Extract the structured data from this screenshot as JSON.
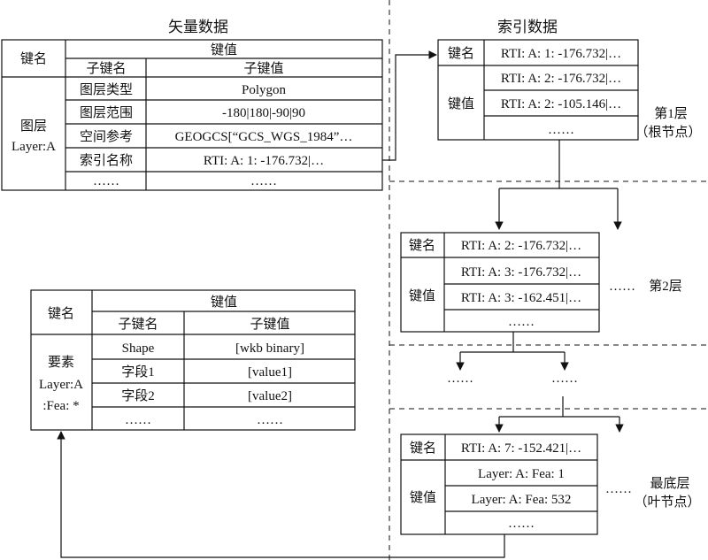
{
  "titles": {
    "vector": "矢量数据",
    "index": "索引数据"
  },
  "vector_table": {
    "key_header": "键名",
    "value_header": "键值",
    "subkey_header": "子键名",
    "subvalue_header": "子键值",
    "key_name": [
      "图层",
      "Layer:A"
    ],
    "rows": [
      {
        "subkey": "图层类型",
        "value": "Polygon"
      },
      {
        "subkey": "图层范围",
        "value": "-180|180|-90|90"
      },
      {
        "subkey": "空间参考",
        "value": "GEOGCS[“GCS_WGS_1984”…"
      },
      {
        "subkey": "索引名称",
        "value": "RTI: A: 1: -176.732|…"
      },
      {
        "subkey": "……",
        "value": "……"
      }
    ]
  },
  "feature_table": {
    "key_header": "键名",
    "value_header": "键值",
    "subkey_header": "子键名",
    "subvalue_header": "子键值",
    "key_name": [
      "要素",
      "Layer:A",
      ":Fea: *"
    ],
    "rows": [
      {
        "subkey": "Shape",
        "value": "[wkb binary]"
      },
      {
        "subkey": "字段1",
        "value": "[value1]"
      },
      {
        "subkey": "字段2",
        "value": "[value2]"
      },
      {
        "subkey": "……",
        "value": "……"
      }
    ]
  },
  "index_level1": {
    "key_label": "键名",
    "value_label": "键值",
    "key": "RTI: A: 1: -176.732|…",
    "values": [
      "RTI: A: 2: -176.732|…",
      "RTI: A: 2: -105.146|…",
      "……"
    ],
    "side_label": [
      "第1层",
      "（根节点）"
    ]
  },
  "index_level2": {
    "key_label": "键名",
    "value_label": "键值",
    "key": "RTI: A: 2: -176.732|…",
    "values": [
      "RTI: A: 3: -176.732|…",
      "RTI: A: 3: -162.451|…",
      "……"
    ],
    "side_label": "第2层",
    "side_dots": "……"
  },
  "index_middle": {
    "dots_left": "……",
    "dots_right": "……"
  },
  "index_leaf": {
    "key_label": "键名",
    "value_label": "键值",
    "key": "RTI: A: 7: -152.421|…",
    "values": [
      "Layer: A: Fea: 1",
      "Layer: A: Fea: 532",
      "……"
    ],
    "side_label": [
      "最底层",
      "（叶节点）"
    ],
    "side_dots": "……"
  }
}
